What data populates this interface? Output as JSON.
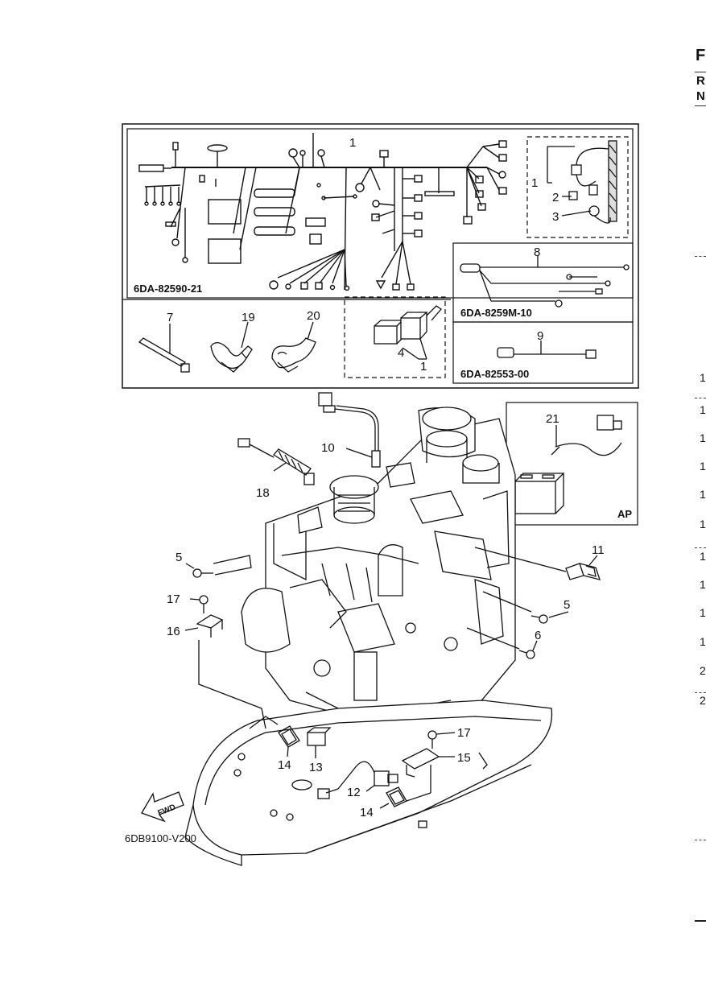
{
  "edge_letters": [
    "F",
    "R",
    "N"
  ],
  "edge_numbers": [
    "1",
    "1",
    "1",
    "1",
    "1",
    "1",
    "1",
    "1",
    "1",
    "1",
    "2",
    "2"
  ],
  "panels": {
    "main_harness_code": "6DA-82590-21",
    "harness8_code": "6DA-8259M-10",
    "harness9_code": "6DA-82553-00",
    "ap_label": "AP",
    "figure_code": "6DB9100-V200",
    "fwd_label": "FWD"
  },
  "callouts": {
    "c1_top": "1",
    "c1_inset": "1",
    "c2_inset": "2",
    "c3_inset": "3",
    "c4": "4",
    "c1_relay": "1",
    "c7": "7",
    "c19": "19",
    "c20": "20",
    "c8": "8",
    "c9": "9",
    "c10": "10",
    "c18": "18",
    "c21": "21",
    "c11": "11",
    "c5_left": "5",
    "c5_right": "5",
    "c6": "6",
    "c17_left": "17",
    "c16": "16",
    "c14_left": "14",
    "c13": "13",
    "c17_right": "17",
    "c15": "15",
    "c12": "12",
    "c14_bottom": "14"
  }
}
